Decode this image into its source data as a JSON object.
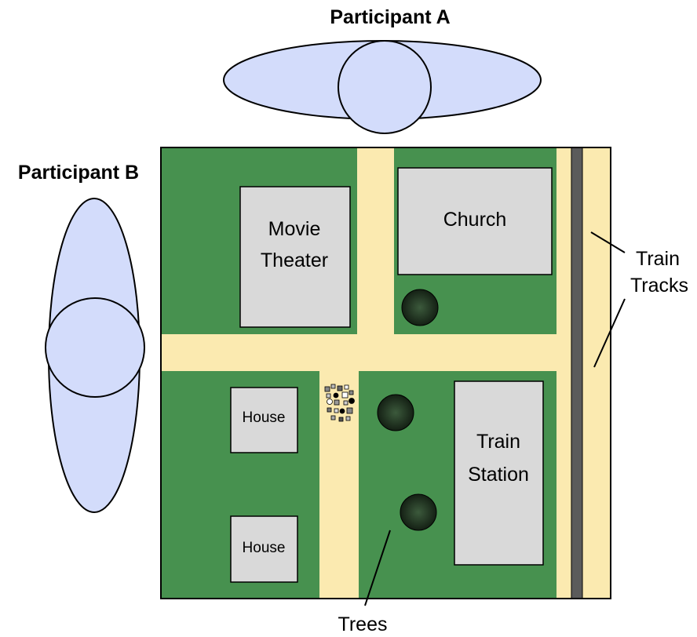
{
  "participants": {
    "a_label": "Participant A",
    "b_label": "Participant B"
  },
  "buildings": {
    "movie_theater": [
      "Movie",
      "Theater"
    ],
    "church": "Church",
    "house_1": "House",
    "house_2": "House",
    "train_station": [
      "Train",
      "Station"
    ]
  },
  "annotations": {
    "train_tracks": [
      "Train",
      "Tracks"
    ],
    "trees": "Trees"
  },
  "colors": {
    "grass": "#47914f",
    "road": "#fbeab0",
    "building": "#d9d9d9",
    "participant": "#d3dcfb",
    "track": "#5b5b5b",
    "tree": "#1c2a1c"
  }
}
